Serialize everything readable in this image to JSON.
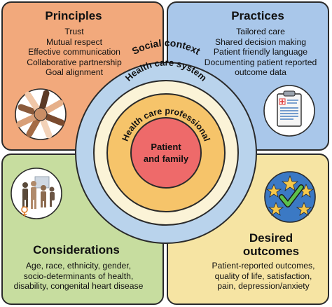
{
  "principles": {
    "title": "Principles",
    "items": [
      "Trust",
      "Mutual respect",
      "Effective communication",
      "Collaborative partnership",
      "Goal alignment"
    ],
    "icon": "hands-together-icon",
    "color": "#f2a97c"
  },
  "practices": {
    "title": "Practices",
    "items": [
      "Tailored care",
      "Shared decision making",
      "Patient friendly language",
      "Documenting patient reported",
      "outcome data"
    ],
    "icon": "clipboard-icon",
    "color": "#a9c7ea"
  },
  "considerations": {
    "title": "Considerations",
    "items": [
      "Age, race, ethnicity, gender,",
      "socio-determinants of health,",
      "disability, congenital heart disease"
    ],
    "icon": "diverse-people-icon",
    "color": "#c7dd9f"
  },
  "outcomes": {
    "title_line1": "Desired",
    "title_line2": "outcomes",
    "items": [
      "Patient-reported outcomes,",
      "quality of life, satisfaction,",
      "pain, depression/anxiety"
    ],
    "icon": "stars-checkmark-icon",
    "color": "#f6e4a3"
  },
  "rings": {
    "social_context": "Social context",
    "health_care_system": "Health care system",
    "health_care_professional": "Health care professional",
    "patient_line1": "Patient",
    "patient_line2": "and family",
    "colors": {
      "social": "#b9d3ec",
      "system": "#fbf3d7",
      "professional": "#f6c46a",
      "patient": "#ee6a6a"
    }
  }
}
